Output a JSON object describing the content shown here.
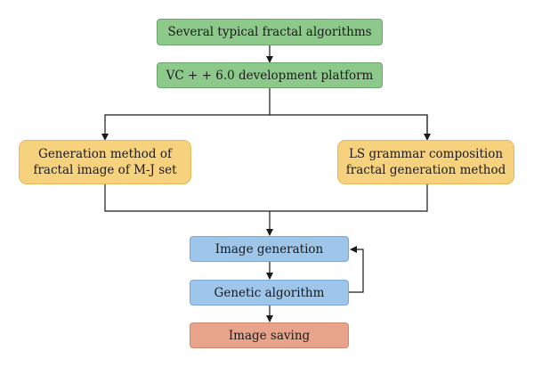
{
  "nodes": {
    "top": "Several typical fractal algorithms",
    "platform": "VC + + 6.0 development platform",
    "left_method": {
      "line1": "Generation method of",
      "line2": "fractal image of M-J set"
    },
    "right_method": {
      "line1": "LS grammar composition",
      "line2": "fractal generation method"
    },
    "image_generation": "Image generation",
    "genetic_algorithm": "Genetic algorithm",
    "image_saving": "Image saving"
  },
  "colors": {
    "green": "#8ec98c",
    "yellow": "#f7d27e",
    "blue": "#9ec5ea",
    "orange": "#e8a48a",
    "line": "#1a1a1a"
  }
}
